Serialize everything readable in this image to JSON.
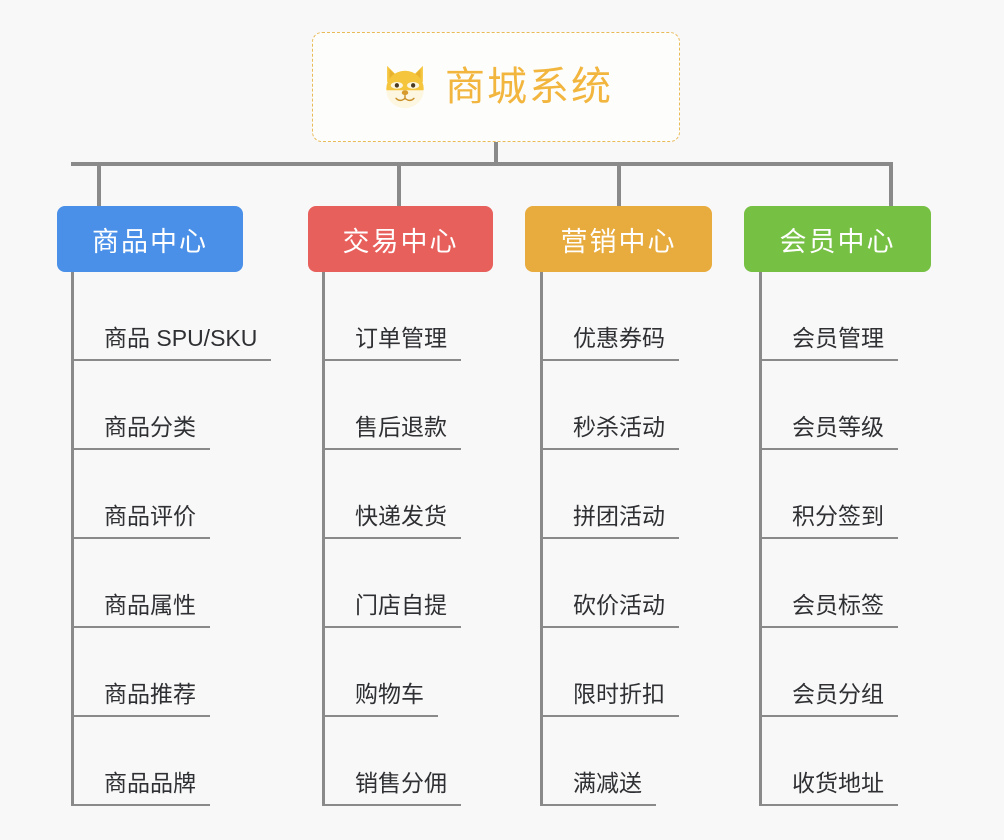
{
  "diagram": {
    "type": "tree-mindmap",
    "background_color": "#f8f8f8",
    "connector_color": "#8a8a8a",
    "root": {
      "title": "商城系统",
      "icon": "shiba-dog-emoji",
      "border_color": "#e9bb57",
      "text_color": "#f2b63f",
      "border_style": "dashed"
    },
    "branches": [
      {
        "label": "商品中心",
        "color": "#4a90e8",
        "items": [
          "商品 SPU/SKU",
          "商品分类",
          "商品评价",
          "商品属性",
          "商品推荐",
          "商品品牌"
        ]
      },
      {
        "label": "交易中心",
        "color": "#e8605c",
        "items": [
          "订单管理",
          "售后退款",
          "快递发货",
          "门店自提",
          "购物车",
          "销售分佣"
        ]
      },
      {
        "label": "营销中心",
        "color": "#e8ab3d",
        "items": [
          "优惠券码",
          "秒杀活动",
          "拼团活动",
          "砍价活动",
          "限时折扣",
          "满减送"
        ]
      },
      {
        "label": "会员中心",
        "color": "#76c043",
        "items": [
          "会员管理",
          "会员等级",
          "积分签到",
          "会员标签",
          "会员分组",
          "收货地址"
        ]
      }
    ]
  }
}
